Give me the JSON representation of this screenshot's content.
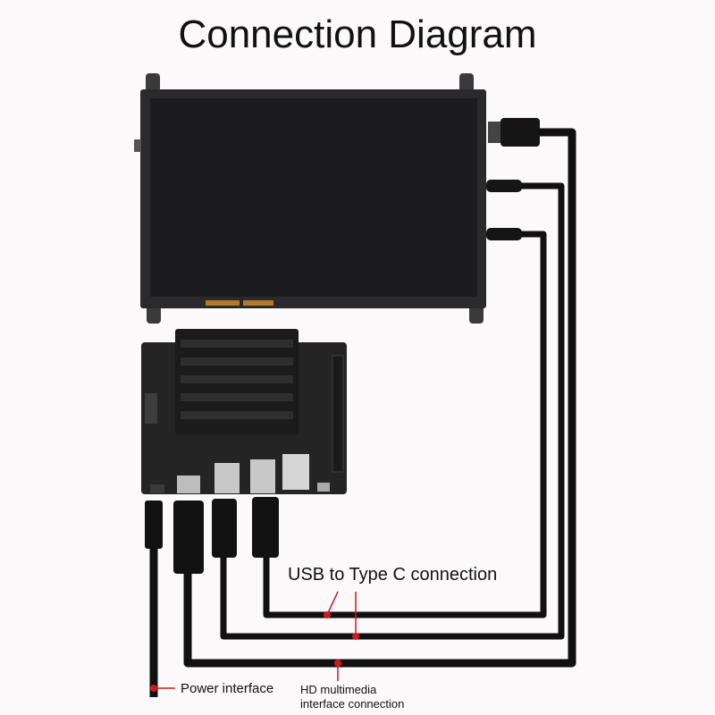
{
  "title": "Connection Diagram",
  "labels": {
    "usb": "USB to Type C connection",
    "power": "Power interface",
    "hd_line1": "HD multimedia",
    "hd_line2": "interface connection"
  },
  "colors": {
    "background": "#fbf9fa",
    "cable": "#111111",
    "marker": "#d31920",
    "screen": "#1c1c1e",
    "board": "#242424"
  }
}
